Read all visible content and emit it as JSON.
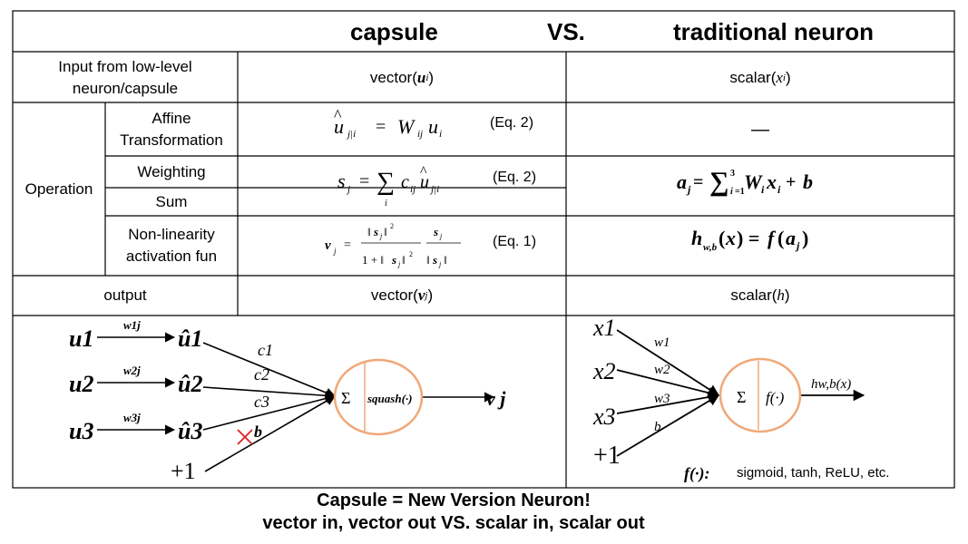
{
  "header": {
    "capsule": "capsule",
    "vs": "VS.",
    "traditional": "traditional neuron"
  },
  "table": {
    "input_label": "Input from low-level neuron/capsule",
    "input_capsule_text": "vector",
    "input_capsule_math": "u",
    "input_capsule_sub": "i",
    "input_neuron_text": "scalar",
    "input_neuron_math": "x",
    "input_neuron_sub": "i",
    "operation_label": "Operation",
    "affine_label": "Affine Transformation",
    "affine_eq": "(Eq. 2)",
    "affine_neuron": "—",
    "weighting_label": "Weighting",
    "sum_label": "Sum",
    "sum_eq": "(Eq. 2)",
    "nonlin_label": "Non-linearity activation fun",
    "nonlin_eq": "(Eq. 1)",
    "output_label": "output",
    "output_capsule_text": "vector",
    "output_capsule_math": "v",
    "output_capsule_sub": "j",
    "output_neuron_text": "scalar",
    "output_neuron_math": "h"
  },
  "capsule_diagram": {
    "inputs": [
      "u1",
      "u2",
      "u3"
    ],
    "weights": [
      "w1j",
      "w2j",
      "w3j"
    ],
    "predictions": [
      "û1",
      "û2",
      "û3"
    ],
    "couplings": [
      "c1",
      "c2",
      "c3"
    ],
    "bias_label": "b",
    "bias_value": "+1",
    "sum_symbol": "Σ",
    "squash_label": "squash(·)",
    "output": "v j"
  },
  "neuron_diagram": {
    "inputs": [
      "x1",
      "x2",
      "x3"
    ],
    "weights": [
      "w1",
      "w2",
      "w3"
    ],
    "bias_label": "b",
    "bias_value": "+1",
    "sum_symbol": "Σ",
    "activation": "f(·)",
    "output": "hw,b(x)",
    "note_math": "f(·):",
    "note_text": "sigmoid, tanh, ReLU, etc."
  },
  "footer": {
    "line1": "Capsule = New Version Neuron!",
    "line2": "vector in, vector out  VS.  scalar in, scalar out"
  },
  "colors": {
    "circle_stroke": "#f0a878",
    "cross": "#e02020"
  }
}
